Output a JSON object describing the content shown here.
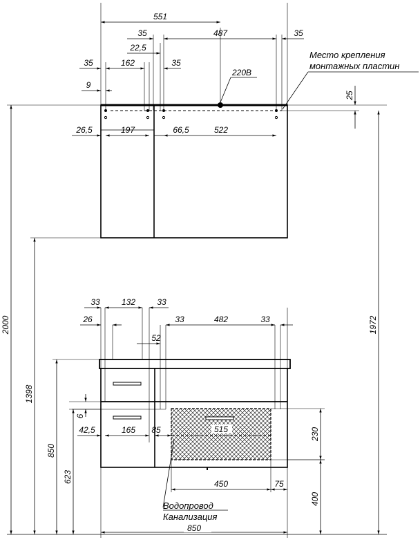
{
  "labels": {
    "mount_note_line1": "Место крепления",
    "mount_note_line2": "монтажных пластин",
    "voltage": "220В",
    "water": "Водопровод",
    "sewer": "Канализация"
  },
  "dims": {
    "d551": "551",
    "d487": "487",
    "d35a": "35",
    "d35b": "35",
    "d22_5": "22,5",
    "d35c": "35",
    "d162": "162",
    "d35d": "35",
    "d9": "9",
    "d25": "25",
    "d26_5": "26,5",
    "d197": "197",
    "d66_5": "66,5",
    "d522": "522",
    "d2000": "2000",
    "d1398": "1398",
    "d1972": "1972",
    "d33a": "33",
    "d132": "132",
    "d33b": "33",
    "d26": "26",
    "d33c": "33",
    "d482": "482",
    "d33d": "33",
    "d52": "52",
    "d6": "6",
    "d42_5": "42,5",
    "d165": "165",
    "d85": "85",
    "d515": "515",
    "d230": "230",
    "d850v": "850",
    "d623": "623",
    "d450": "450",
    "d75": "75",
    "d400": "400",
    "d850h": "850"
  }
}
